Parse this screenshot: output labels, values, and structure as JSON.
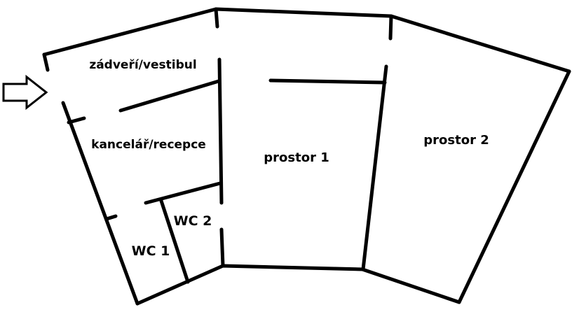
{
  "rooms": {
    "entry": "zádveří/vestibul",
    "office": "kancelář/recepce",
    "space1": "prostor 1",
    "space2": "prostor 2",
    "wc1": "WC 1",
    "wc2": "WC 2"
  },
  "entrance_arrow_icon": "right-arrow-icon"
}
